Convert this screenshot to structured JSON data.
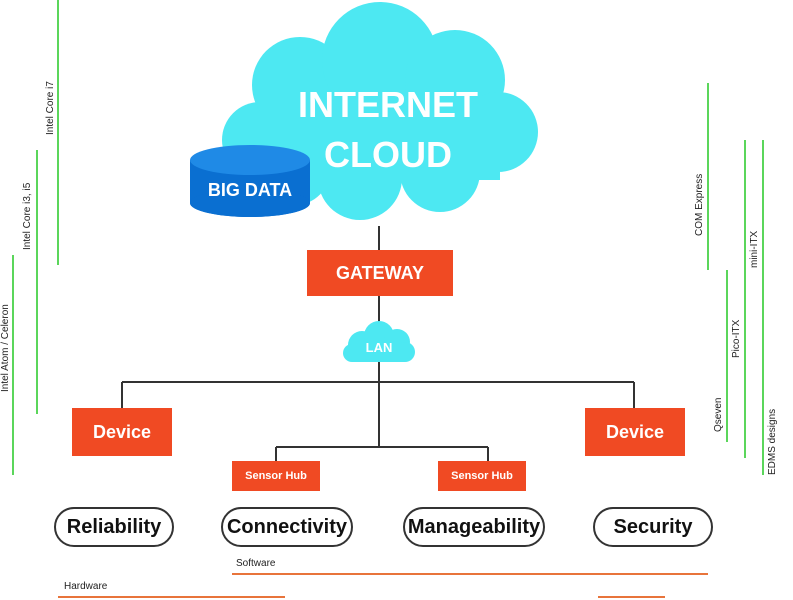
{
  "cloud": {
    "line1": "INTERNET",
    "line2": "CLOUD"
  },
  "big_data": "BIG DATA",
  "gateway": "GATEWAY",
  "lan": "LAN",
  "devices": {
    "left": "Device",
    "right": "Device"
  },
  "sensor_hubs": {
    "left": "Sensor Hub",
    "right": "Sensor Hub"
  },
  "pillars": [
    "Reliability",
    "Connectivity",
    "Manageability",
    "Security"
  ],
  "cpu_tiers": [
    "Intel Core i7",
    "Intel Core i3, i5",
    "Intel Atom / Celeron"
  ],
  "form_factors": [
    "COM Express",
    "mini-ITX",
    "Pico-ITX",
    "Qseven",
    "EDMS designs"
  ],
  "layers": {
    "software": "Software",
    "hardware": "Hardware"
  },
  "colors": {
    "accent": "#f04a23",
    "cloud": "#4de8f2",
    "database": "#0a6fd1",
    "scale_line": "#5bd65b",
    "layer_line": "#e8743b"
  }
}
